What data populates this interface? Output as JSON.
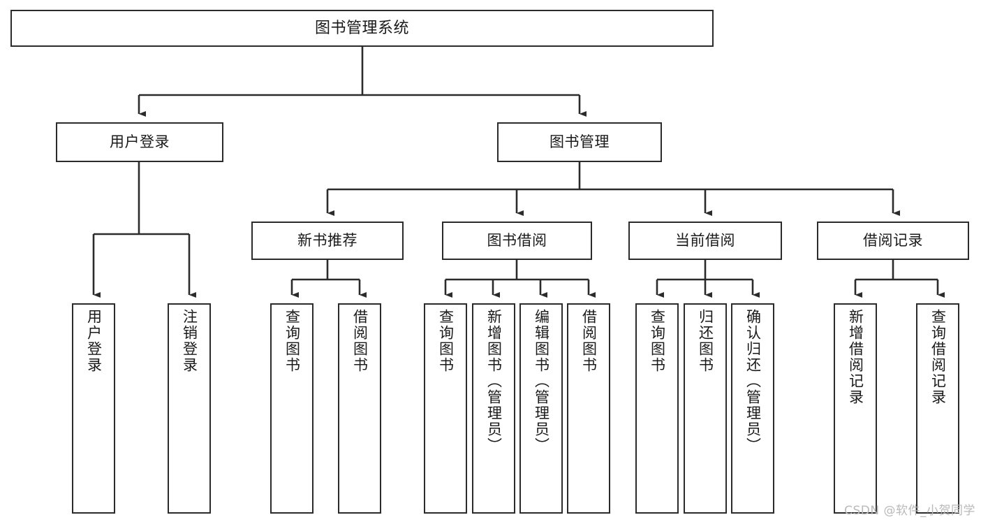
{
  "diagram": {
    "type": "tree-hierarchy-chart",
    "title": "图书管理系统",
    "stroke_color": "#2b2b2b",
    "fill_color": "#ffffff",
    "watermark": "CSDN @软件_小贺同学",
    "levels": {
      "root": {
        "label": "图书管理系统"
      },
      "level1": [
        {
          "label": "用户登录"
        },
        {
          "label": "图书管理"
        }
      ],
      "level2": [
        {
          "label": "新书推荐"
        },
        {
          "label": "图书借阅"
        },
        {
          "label": "当前借阅"
        },
        {
          "label": "借阅记录"
        }
      ],
      "leaves_user_login": [
        {
          "label": "用户登录"
        },
        {
          "label": "注销登录"
        }
      ],
      "leaves_new_book": [
        {
          "label": "查询图书"
        },
        {
          "label": "借阅图书"
        }
      ],
      "leaves_borrow_book": [
        {
          "label": "查询图书"
        },
        {
          "label": "新增图书（管理员）"
        },
        {
          "label": "编辑图书（管理员）"
        },
        {
          "label": "借阅图书"
        }
      ],
      "leaves_current_borrow": [
        {
          "label": "查询图书"
        },
        {
          "label": "归还图书"
        },
        {
          "label": "确认归还（管理员）"
        }
      ],
      "leaves_borrow_record": [
        {
          "label": "新增借阅记录"
        },
        {
          "label": "查询借阅记录"
        }
      ]
    }
  }
}
